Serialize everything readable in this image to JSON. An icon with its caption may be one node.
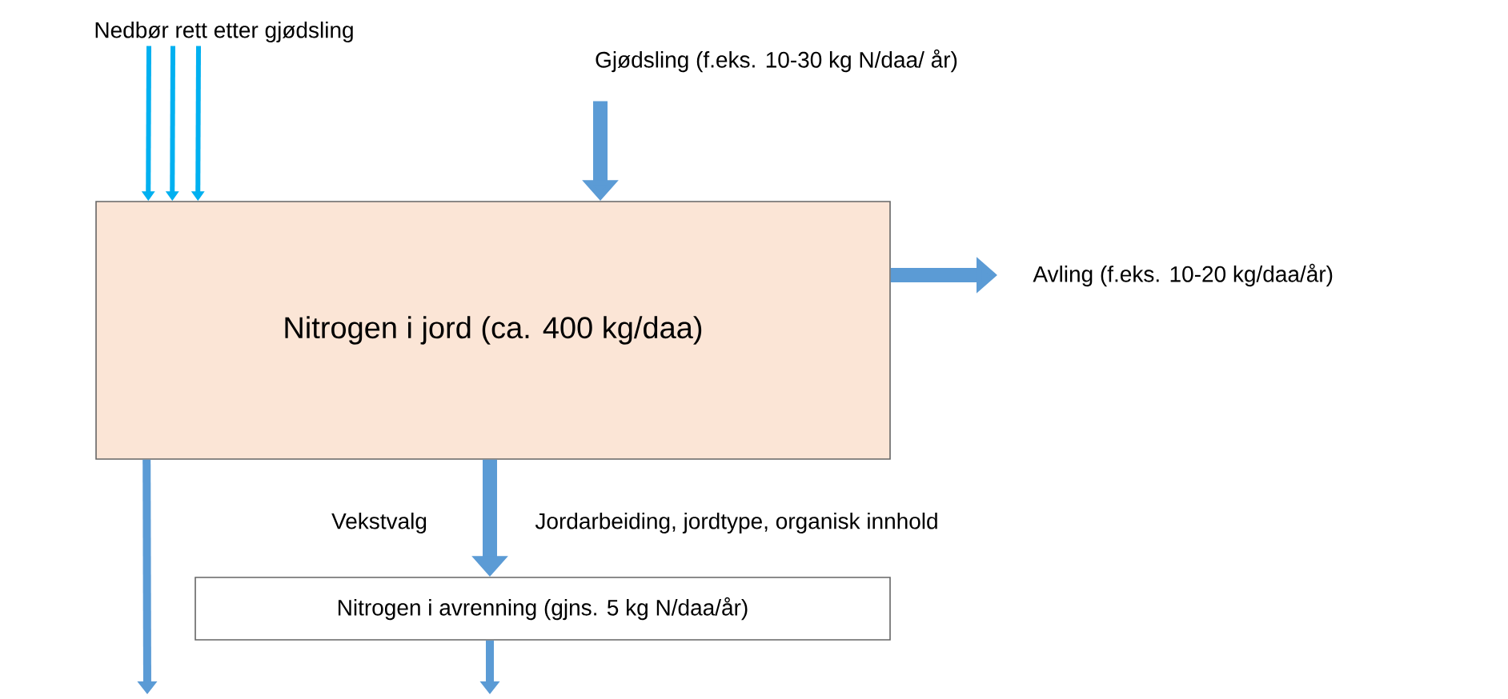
{
  "diagram": {
    "nodes": [
      {
        "text": [
          "Nedbør rett etter gjødsling"
        ]
      },
      {
        "text": [
          "Gjødsling (f.eks. 10-30 kg N/daa/ år)"
        ]
      },
      {
        "text": [
          "Nitrogen i jord (ca. 400 kg/daa)"
        ]
      },
      {
        "text": [
          "Avling (f.eks. 10-20 kg/daa/år)"
        ]
      },
      {
        "text": [
          "Nitrogen i avrenning (gjns. 5 kg N/daa/år)"
        ]
      }
    ],
    "edges": [
      {
        "from": 0,
        "to": 2,
        "arrow": "to",
        "color": "#00b0f0"
      },
      {
        "from": 0,
        "to": 2,
        "arrow": "to",
        "color": "#00b0f0"
      },
      {
        "from": 0,
        "to": 2,
        "arrow": "to",
        "color": "#00b0f0"
      },
      {
        "from": 1,
        "to": 2,
        "arrow": "to",
        "style": "thick"
      },
      {
        "from": 2,
        "to": 3,
        "arrow": "to",
        "style": "thick"
      },
      {
        "from": 2,
        "to": 4,
        "arrow": "to",
        "style": "thick"
      },
      {
        "from": 2,
        "to": null,
        "arrow": "to"
      },
      {
        "from": 4,
        "to": null,
        "arrow": "to"
      }
    ],
    "labels": [
      "Vekstvalg",
      "Jordarbeiding, jordtype, organisk innhold"
    ]
  }
}
